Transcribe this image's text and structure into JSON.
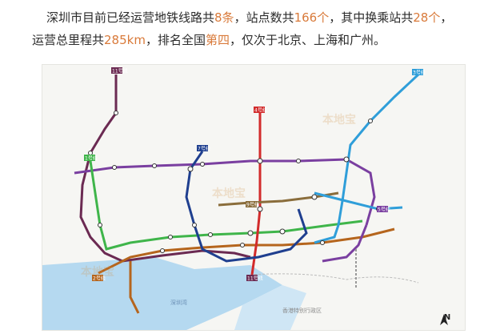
{
  "caption": {
    "p1": "深圳市目前已经运营地铁线路共",
    "lines": "8条",
    "p2": "，站点数共",
    "stations": "166个",
    "p3": "，其中换乘站共",
    "transfers": "28个",
    "p4": "，",
    "p5": "运营总里程共",
    "km": "285km",
    "p6": "，排名全国",
    "rank": "第四",
    "p7": "，仅次于北京、上海和广州。"
  },
  "map": {
    "watermark": "本地宝",
    "sea_label": "深圳湾",
    "hk_label": "香港特别行政区",
    "north": "N",
    "line_badges": [
      "11号线",
      "4号线",
      "7号线",
      "1号线",
      "2号线",
      "3号线",
      "5号线",
      "9号线",
      "11号线"
    ]
  },
  "colors": {
    "highlight": "#d97a3a",
    "line1": "#3fb54a",
    "line2": "#b5651d",
    "line3": "#2f9ed9",
    "line4": "#d22b2b",
    "line5": "#7a3fa0",
    "line7": "#1f3f8f",
    "line9": "#8a6d3b",
    "line11": "#6b2a52"
  }
}
